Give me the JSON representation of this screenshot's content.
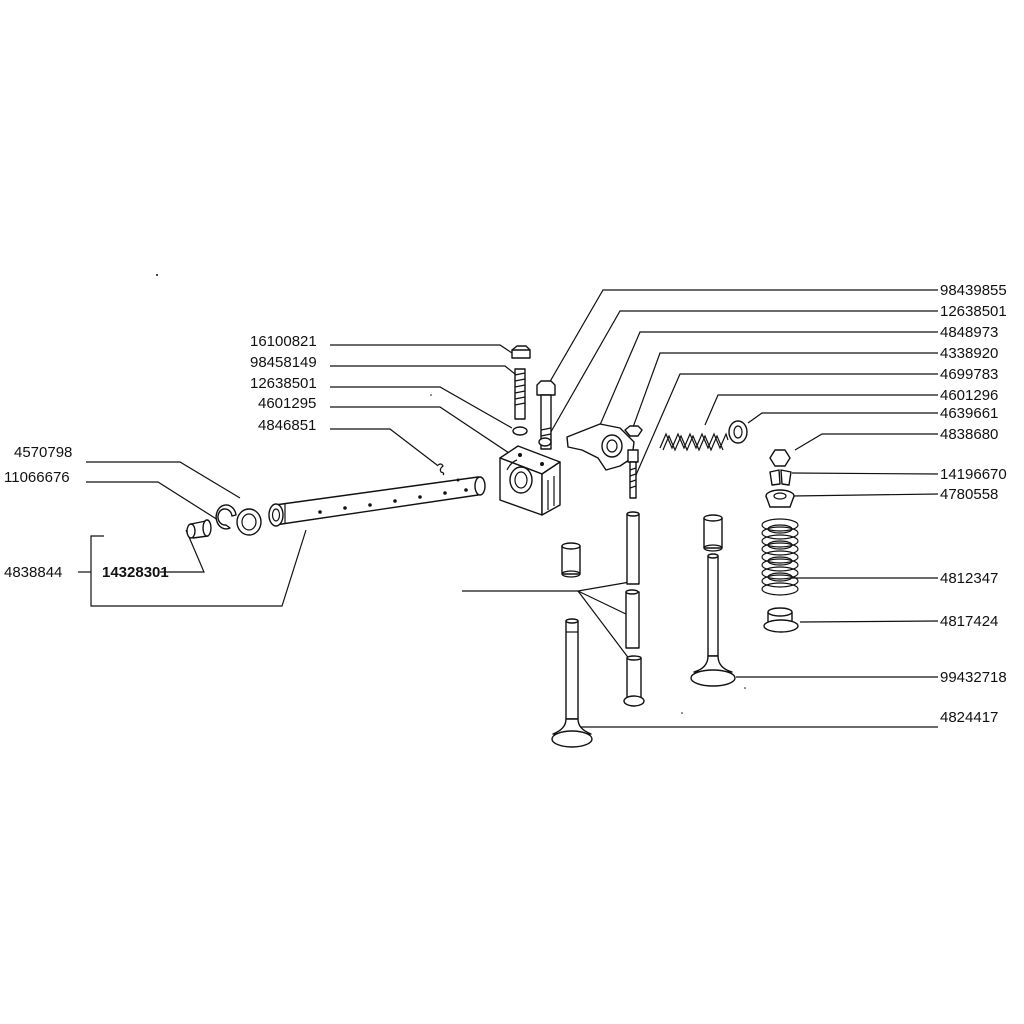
{
  "parts": {
    "p98439855": "98439855",
    "p12638501_r": "12638501",
    "p4848973": "4848973",
    "p4338920": "4338920",
    "p4699783": "4699783",
    "p4601296": "4601296",
    "p4639661": "4639661",
    "p4838680": "4838680",
    "p14196670": "14196670",
    "p4780558": "4780558",
    "p4812347": "4812347",
    "p4817424": "4817424",
    "p99432718": "99432718",
    "p4824417": "4824417",
    "p16100821": "16100821",
    "p98458149": "98458149",
    "p12638501_l": "12638501",
    "p4601295": "4601295",
    "p4846851": "4846851",
    "p4570798": "4570798",
    "p11066676": "11066676",
    "p4838844": "4838844",
    "p14328301": "14328301"
  }
}
